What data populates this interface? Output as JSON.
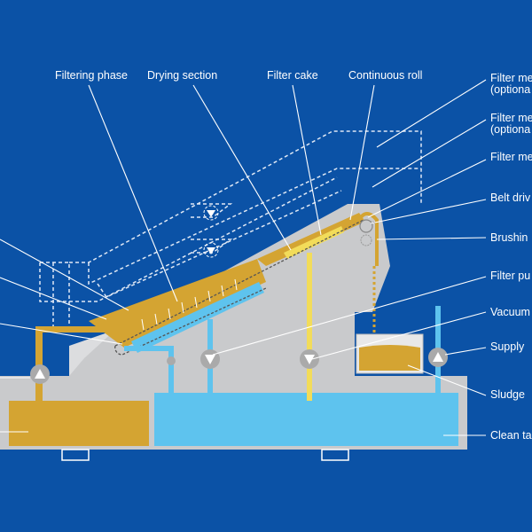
{
  "top_labels": {
    "filtering_phase": "Filtering phase",
    "drying_section": "Drying section",
    "filter_cake": "Filter cake",
    "continuous_roll": "Continuous roll"
  },
  "right_labels": {
    "filter_media_1": "Filter me",
    "filter_media_1_sub": "(optiona",
    "filter_media_2": "Filter me",
    "filter_media_2_sub": "(optiona",
    "filter_media_3": "Filter me",
    "belt_drive": "Belt driv",
    "brushing": "Brushin",
    "filter_pump": "Filter pu",
    "vacuum": "Vacuum",
    "supply_pump": "Supply",
    "sludge": "Sludge",
    "clean_tank": "Clean ta"
  },
  "colors": {
    "background": "#0b52a6",
    "housing": "#c9cacc",
    "housing_light": "#dcdddf",
    "sludge": "#d4a432",
    "clean_water": "#5ec3ee",
    "cake": "#f2dc5a"
  }
}
